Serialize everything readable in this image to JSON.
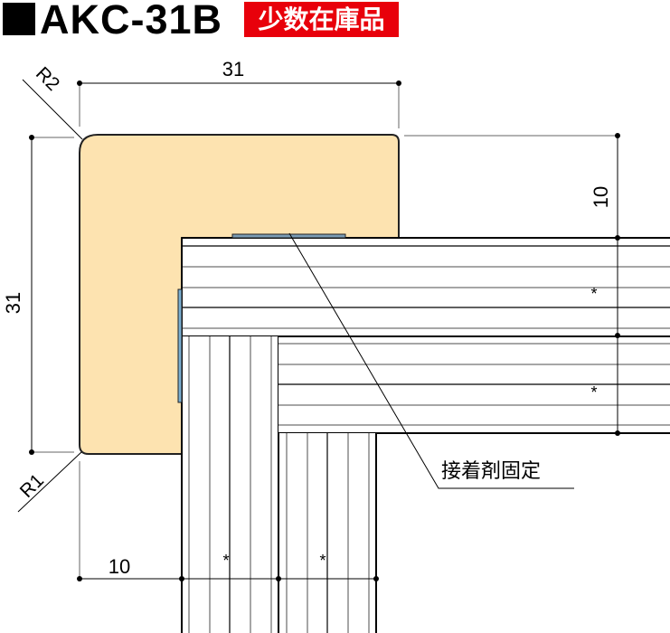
{
  "title": {
    "model": "AKC-31B",
    "badge": "少数在庫品",
    "badge_color": "#e8000b"
  },
  "dimensions": {
    "top_width": "31",
    "left_height": "31",
    "right_offset": "10",
    "bottom_offset": "10",
    "radius_top_left": "R2",
    "radius_bottom_left": "R1"
  },
  "annotation": {
    "glue_label": "接着剤固定",
    "asterisk": "*"
  },
  "colors": {
    "profile_fill": "#fde3b0",
    "glue_strip": "#7aaed0"
  }
}
